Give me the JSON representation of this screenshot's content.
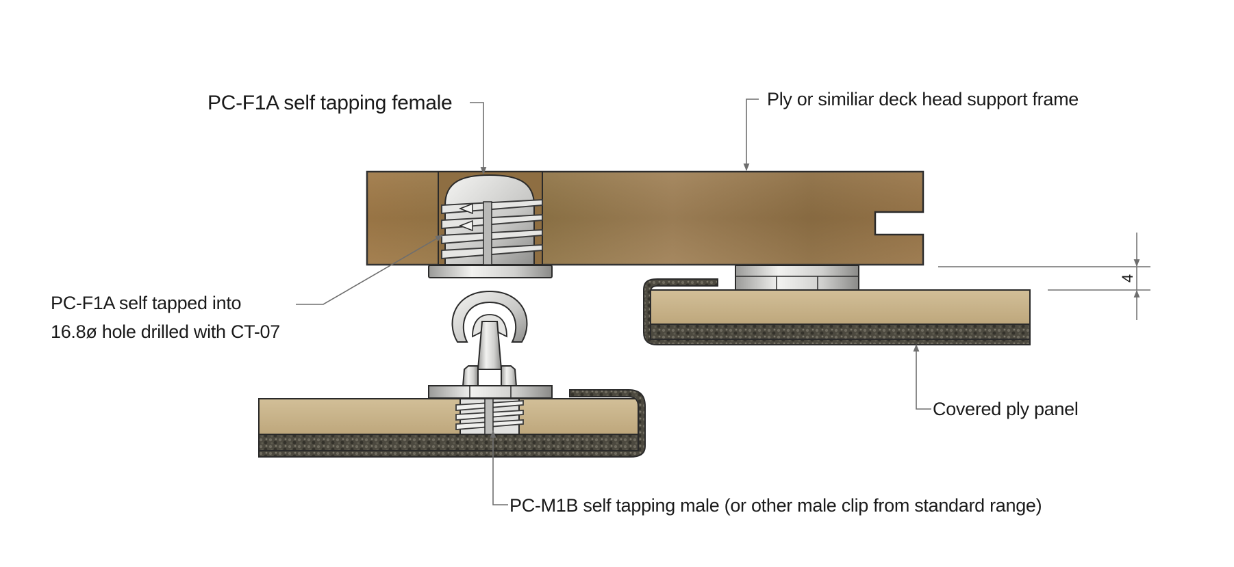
{
  "labels": {
    "female_clip": "PC-F1A self tapping female",
    "support_frame": "Ply or similiar deck head support frame",
    "tapped_line1": "PC-F1A self tapped into",
    "tapped_line2": "16.8ø hole drilled with CT-07",
    "covered_panel": "Covered ply panel",
    "male_clip": "PC-M1B self tapping male (or other male clip from standard range)"
  },
  "dimension": {
    "value": "4"
  },
  "colors": {
    "wood": "#9a7a4e",
    "ply_face": "#c8b48e",
    "fabric": "#4a473f",
    "metal": "#d8d8d6",
    "leader": "#6e6e6e",
    "outline": "#2a2a2a"
  }
}
